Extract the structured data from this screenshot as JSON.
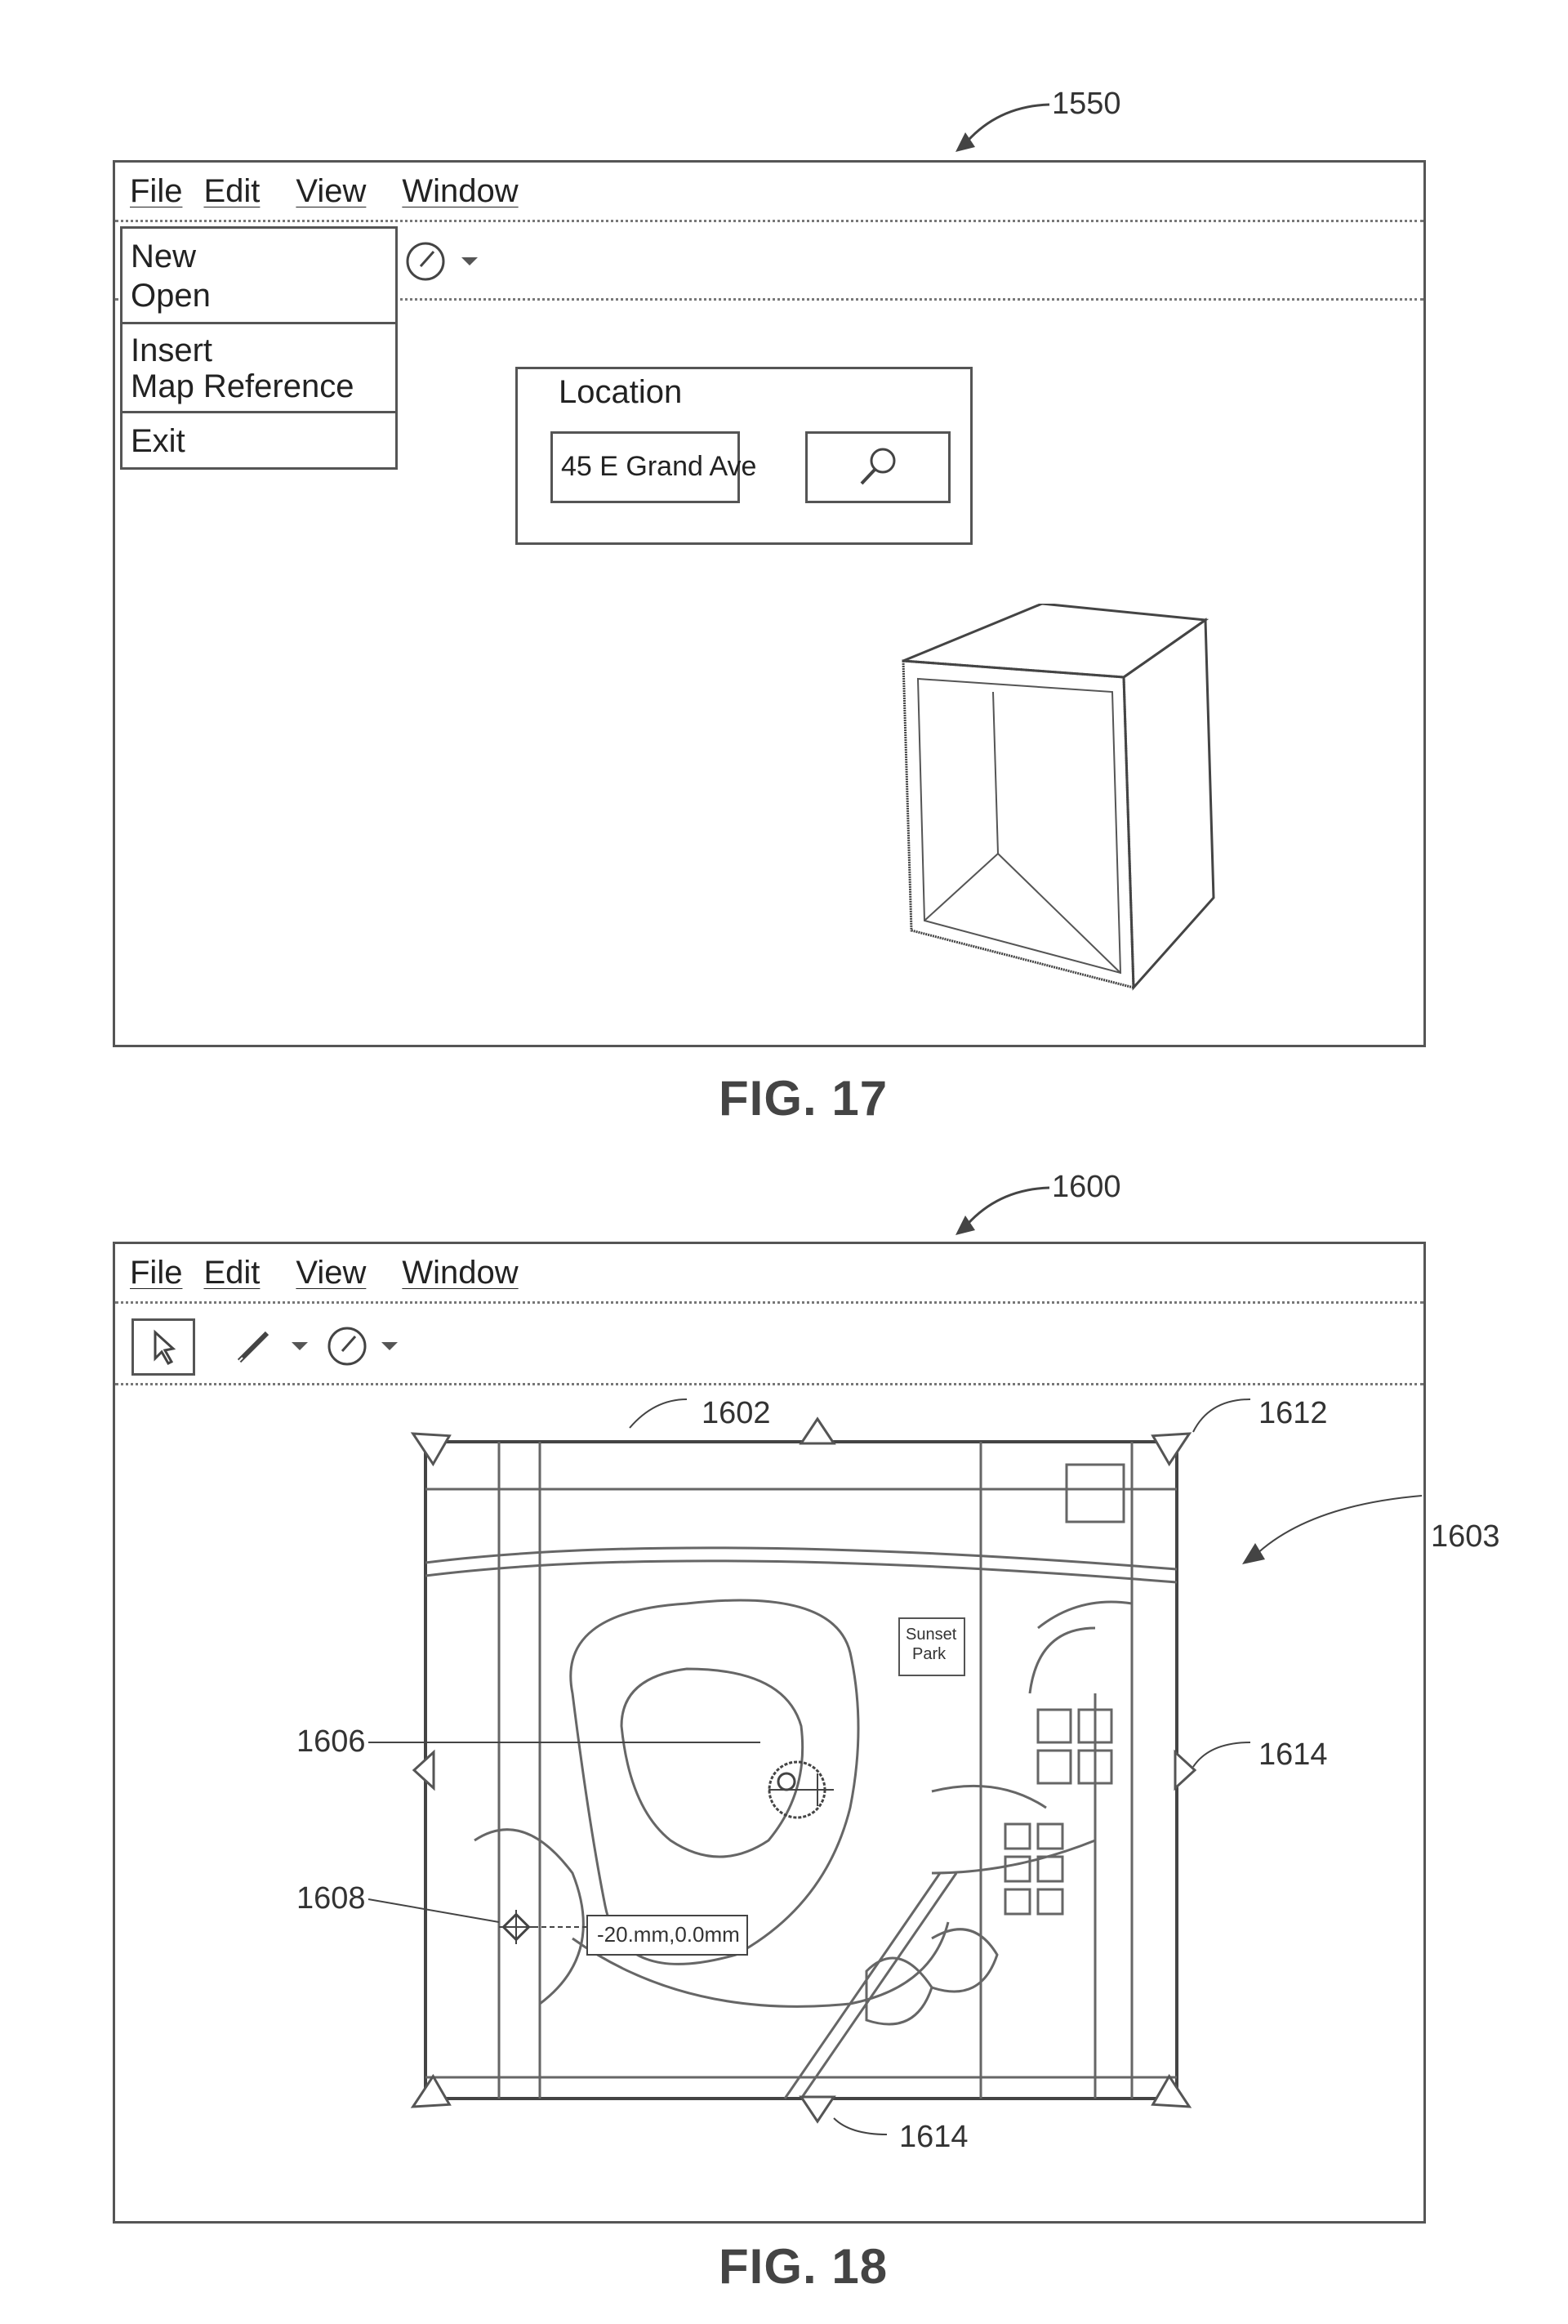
{
  "fig17": {
    "ref": "1550",
    "caption": "FIG. 17",
    "menu": [
      "File",
      "Edit",
      "View",
      "Window"
    ],
    "file_menu": {
      "groups": [
        [
          "New",
          "Open"
        ],
        [
          "Insert",
          "Map Reference"
        ],
        [
          "Exit"
        ]
      ]
    },
    "toolbar_icons": [
      "gauge-icon",
      "chevron-down-icon"
    ],
    "location_panel": {
      "label": "Location",
      "value": "45 E Grand Ave",
      "search_icon": "search-icon"
    }
  },
  "fig18": {
    "ref": "1600",
    "caption": "FIG. 18",
    "menu": [
      "File",
      "Edit",
      "View",
      "Window"
    ],
    "toolbar_icons": [
      "pointer-icon",
      "pencil-icon",
      "chevron-down-icon",
      "gauge-icon",
      "chevron-down-icon"
    ],
    "map": {
      "park_label_1": "Sunset",
      "park_label_2": "Park",
      "coordinate_readout": "-20.mm,0.0mm"
    },
    "refs": {
      "top_edge": "1602",
      "map_overlay": "1603",
      "top_right_handle": "1612",
      "right_handle": "1614",
      "bottom_handle": "1614",
      "center_marker": "1606",
      "reference_marker": "1608"
    }
  }
}
